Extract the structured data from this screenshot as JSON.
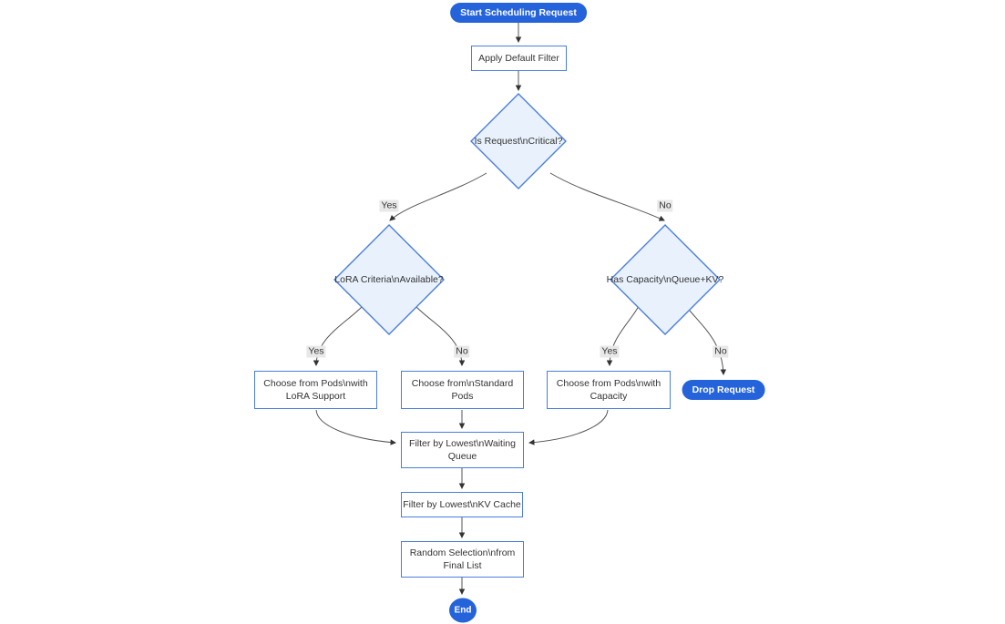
{
  "diagram": {
    "type": "flowchart",
    "nodes": {
      "start": {
        "label": "Start Scheduling Request",
        "shape": "pill"
      },
      "apply_filter": {
        "label": "Apply Default Filter",
        "shape": "rect"
      },
      "is_critical": {
        "label": "Is Request\\nCritical?",
        "shape": "diamond"
      },
      "lora_criteria": {
        "label": "LoRA Criteria\\nAvailable?",
        "shape": "diamond"
      },
      "has_capacity": {
        "label": "Has Capacity\\nQueue+KV?",
        "shape": "diamond"
      },
      "choose_lora": {
        "lines": [
          "Choose from Pods\\nwith",
          "LoRA Support"
        ],
        "shape": "rect"
      },
      "choose_standard": {
        "lines": [
          "Choose from\\nStandard",
          "Pods"
        ],
        "shape": "rect"
      },
      "choose_capacity": {
        "lines": [
          "Choose from Pods\\nwith",
          "Capacity"
        ],
        "shape": "rect"
      },
      "drop_request": {
        "label": "Drop Request",
        "shape": "pill"
      },
      "filter_queue": {
        "lines": [
          "Filter by Lowest\\nWaiting",
          "Queue"
        ],
        "shape": "rect"
      },
      "filter_kv": {
        "label": "Filter by Lowest\\nKV Cache",
        "shape": "rect"
      },
      "random_selection": {
        "lines": [
          "Random Selection\\nfrom",
          "Final List"
        ],
        "shape": "rect"
      },
      "end": {
        "label": "End",
        "shape": "circle"
      }
    },
    "edge_labels": {
      "critical_yes": "Yes",
      "critical_no": "No",
      "lora_yes": "Yes",
      "lora_no": "No",
      "capacity_yes": "Yes",
      "capacity_no": "No"
    },
    "colors": {
      "accent_blue": "#2563db",
      "node_border_blue": "#4a7ddc",
      "diamond_fill": "#e9f2fc",
      "edge_stroke": "#555555",
      "arrowhead": "#333333",
      "edge_label_bg": "#e8e8e8",
      "text": "#333333"
    }
  }
}
